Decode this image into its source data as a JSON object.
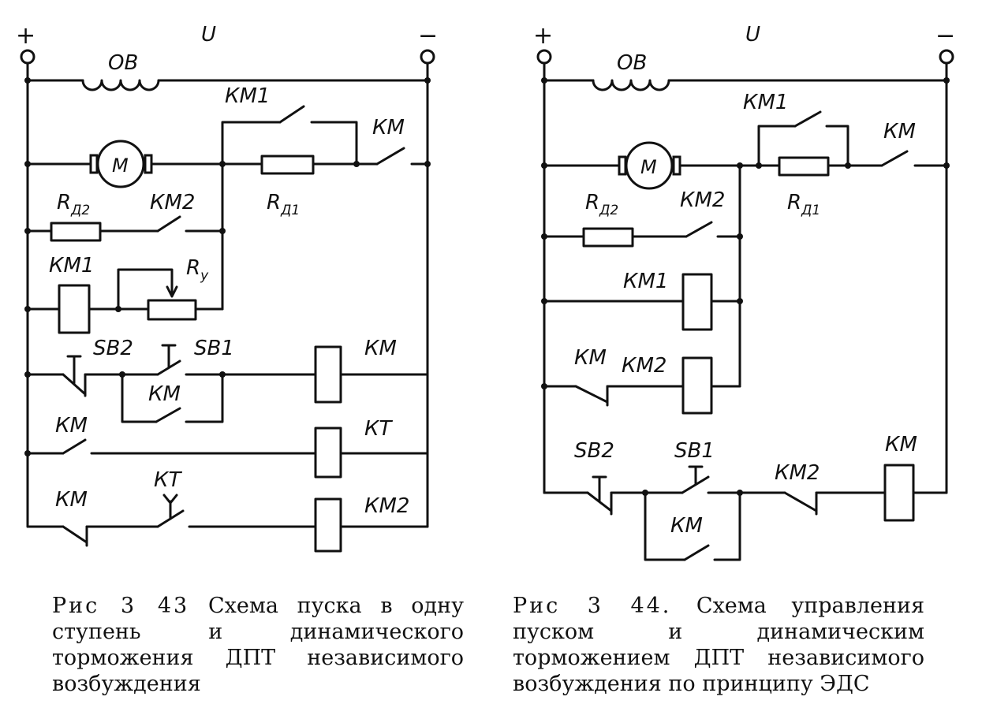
{
  "figure_343": {
    "polarity_plus": "+",
    "polarity_minus": "−",
    "voltage": "U",
    "field_winding": "ОВ",
    "motor": "М",
    "labels": {
      "km1_contact": "КМ1",
      "km_main": "КМ",
      "rd1_main": "R",
      "rd1_sub": "Д1",
      "rd2_main": "R",
      "rd2_sub": "Д2",
      "km2_contact": "КМ2",
      "km1_coil": "КМ1",
      "ry_main": "R",
      "ry_sub": "у",
      "sb2": "SB2",
      "sb1": "SB1",
      "km_coil": "КМ",
      "km_hold": "КМ",
      "km_nc": "КМ",
      "kt_coil": "КТ",
      "km_nc2": "КМ",
      "kt_contact": "КТ",
      "km2_coil": "КМ2"
    },
    "caption_lead": "Рис 3 43",
    "caption": "Схема пуска в одну ступень и динамического торможения ДПТ независимого возбуждения"
  },
  "figure_344": {
    "polarity_plus": "+",
    "polarity_minus": "−",
    "voltage": "U",
    "field_winding": "ОВ",
    "motor": "М",
    "labels": {
      "km1_contact": "КМ1",
      "km_main": "КМ",
      "rd1_main": "R",
      "rd1_sub": "Д1",
      "rd2_main": "R",
      "rd2_sub": "Д2",
      "km2_contact": "КМ2",
      "km1_coil": "КМ1",
      "km_nc": "КМ",
      "km2_coil": "КМ2",
      "sb2": "SB2",
      "sb1": "SB1",
      "km2_nc": "КМ2",
      "km_coil": "КМ",
      "km_hold": "КМ"
    },
    "caption_lead": "Рис 3 44.",
    "caption": "Схема управления пуском и динамическим торможением ДПТ независимого возбуждения по принципу ЭДС"
  }
}
